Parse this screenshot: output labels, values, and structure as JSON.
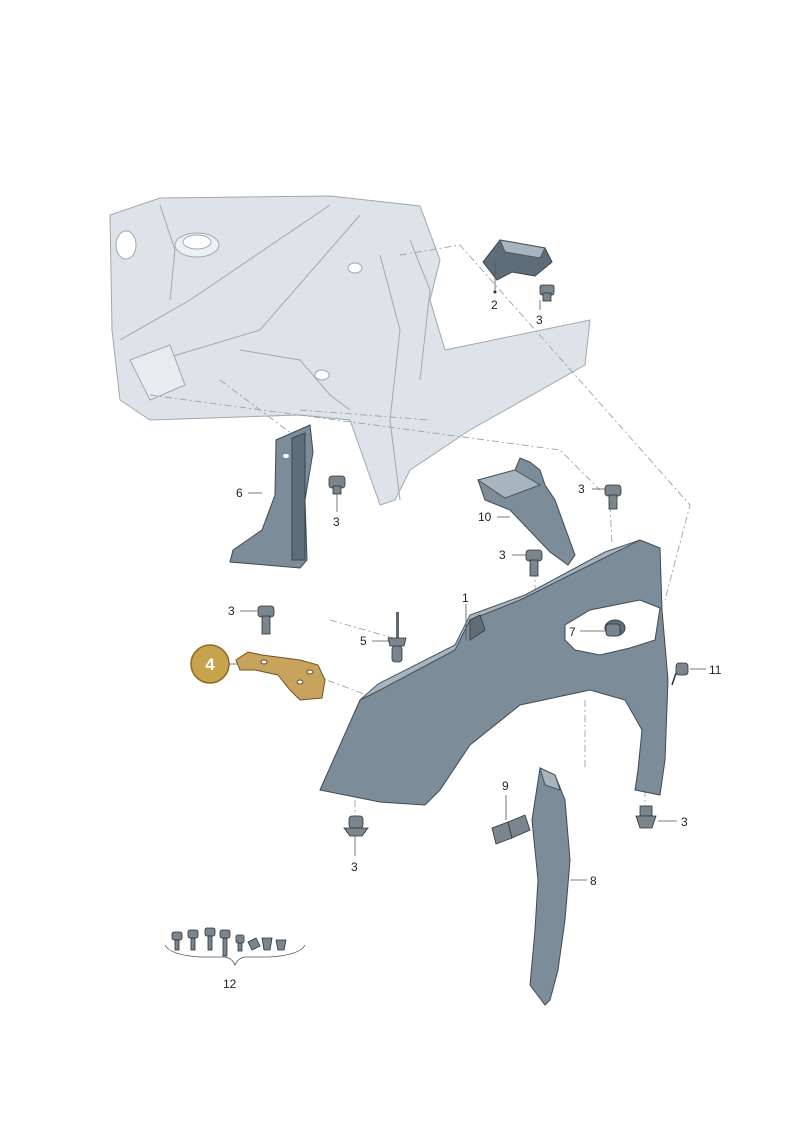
{
  "highlight": {
    "number": "4",
    "color": "#c9a24c"
  },
  "callouts": {
    "p1": "1",
    "p2": "2",
    "p3": "3",
    "p5": "5",
    "p6": "6",
    "p7": "7",
    "p8": "8",
    "p9": "9",
    "p10": "10",
    "p11": "11",
    "p12": "12"
  },
  "colors": {
    "panel": "#7d8c99",
    "body_structure": "#dde3e8",
    "bracket": "#c7a35e"
  }
}
